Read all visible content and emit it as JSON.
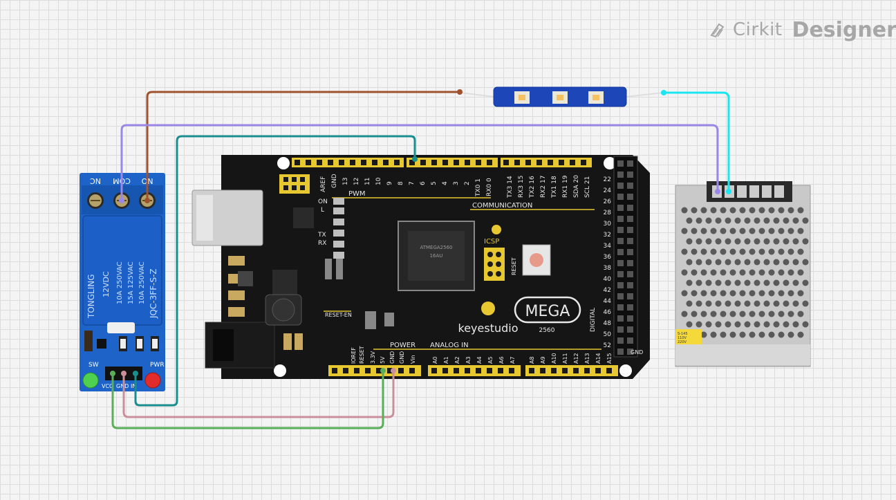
{
  "brand": {
    "name": "Cirkit",
    "product": "Designer",
    "icon": "pen-nib-icon"
  },
  "relay": {
    "terminals": [
      "NC",
      "COM",
      "NO"
    ],
    "brand": "TONGLING",
    "coil": "12VDC",
    "rating1": "10A 250VAC",
    "rating2": "15A 125VAC",
    "rating3": "10A 250VAC",
    "model": "JQC-3FF-S-Z",
    "sw_label": "SW",
    "pwr_label": "PWR",
    "pins": [
      "VCC",
      "GND",
      "IN"
    ]
  },
  "arduino": {
    "brand": "keyestudio",
    "model": "MEGA",
    "model_number": "2560",
    "pwm_label": "PWM",
    "communication_label": "COMMUNICATION",
    "analog_label": "ANALOG IN",
    "power_label": "POWER",
    "digital_label": "DIGITAL",
    "icsp_label": "ICSP",
    "reset_label": "RESET",
    "reset_en_label": "RESET-EN",
    "on_label": "ON",
    "l_label": "L",
    "tx_label": "TX",
    "rx_label": "RX",
    "aref_label": "AREF",
    "gnd_label": "GND",
    "chip_text1": "ATMEGA2560",
    "chip_text2": "16AU",
    "top_pins": [
      "13",
      "12",
      "11",
      "10",
      "9",
      "8",
      "7",
      "6",
      "5",
      "4",
      "3",
      "2",
      "TX0 1",
      "RX0 0"
    ],
    "comm_pins": [
      "TX3 14",
      "RX3 15",
      "TX2 16",
      "RX2 17",
      "TX1 18",
      "RX1 19",
      "SDA 20",
      "SCL 21"
    ],
    "power_pins": [
      "IOREF",
      "RESET",
      "3.3V",
      "5V",
      "GND",
      "GND",
      "Vin"
    ],
    "analog_pins": [
      "A0",
      "A1",
      "A2",
      "A3",
      "A4",
      "A5",
      "A6",
      "A7"
    ],
    "analog_pins2": [
      "A8",
      "A9",
      "A10",
      "A11",
      "A12",
      "A13",
      "A14",
      "A15"
    ],
    "digital_pins": [
      "22",
      "24",
      "26",
      "28",
      "30",
      "32",
      "34",
      "36",
      "38",
      "40",
      "42",
      "44",
      "46",
      "48",
      "50",
      "52"
    ],
    "gnd_bottom": "GND"
  },
  "power_supply": {
    "label_lines": [
      "S-145",
      "110V",
      "220V"
    ]
  },
  "colors": {
    "brown_wire": "#a0522d",
    "purple_wire": "#9b87e8",
    "teal_wire": "#1a8e8e",
    "cyan_wire": "#19e6f0",
    "pink_wire": "#c9909c",
    "green_wire": "#5aae5a",
    "relay_blue": "#1e64c8",
    "board_black": "#151515",
    "header_yellow": "#e8c830",
    "led_strip_blue": "#1d46b8"
  }
}
